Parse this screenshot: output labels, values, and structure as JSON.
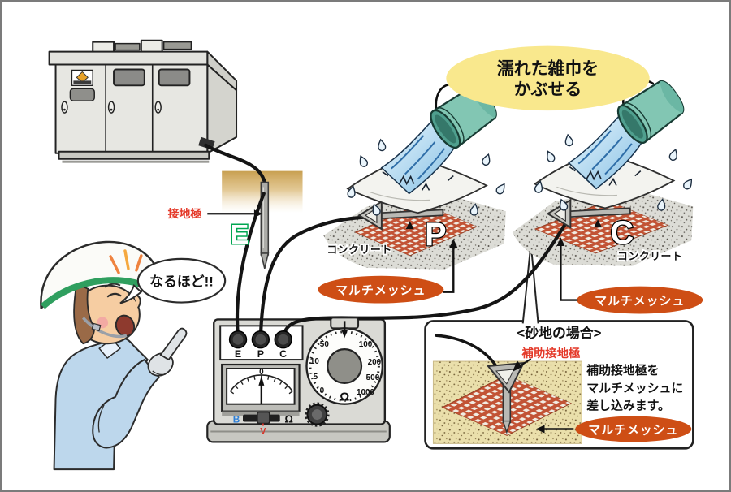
{
  "scene": {
    "ground": {
      "electrode_label": "接地極",
      "terminal_marker": "E"
    },
    "worker": {
      "speech": "なるほど!!"
    },
    "wet_cloth_callout": {
      "line1": "濡れた雑巾を",
      "line2": "かぶせる"
    },
    "left_unit": {
      "electrode_marker": "P",
      "surface_label": "コンクリート",
      "mesh_label": "マルチメッシュ"
    },
    "right_unit": {
      "electrode_marker": "C",
      "surface_label": "コンクリート",
      "mesh_label": "マルチメッシュ"
    },
    "tester": {
      "terminals": [
        "E",
        "P",
        "C"
      ],
      "meter_zero": "0",
      "dial_left": [
        "50",
        "10",
        "5",
        "0"
      ],
      "dial_right": [
        "100",
        "200",
        "500",
        "1000"
      ],
      "dial_unit": "Ω",
      "switch_left": "B",
      "switch_right": "Ω",
      "switch_bottom": "V"
    },
    "sand_case": {
      "title": "<砂地の場合>",
      "electrode_label": "補助接地極",
      "note_line1": "補助接地極を",
      "note_line2": "マルチメッシュに",
      "note_line3": "差し込みます。",
      "mesh_label": "マルチメッシュ"
    }
  },
  "colors": {
    "mesh": "#c25335",
    "label_ellipse": "#ce4e15",
    "callout_bg": "#f9e88d",
    "red_text": "#e43a2a",
    "green_marker": "#00a651",
    "bucket": "#82c6b3",
    "water": "#9cd0ee",
    "helmet_stripe": "#2f9f5f",
    "shirt": "#bdd7ec"
  }
}
